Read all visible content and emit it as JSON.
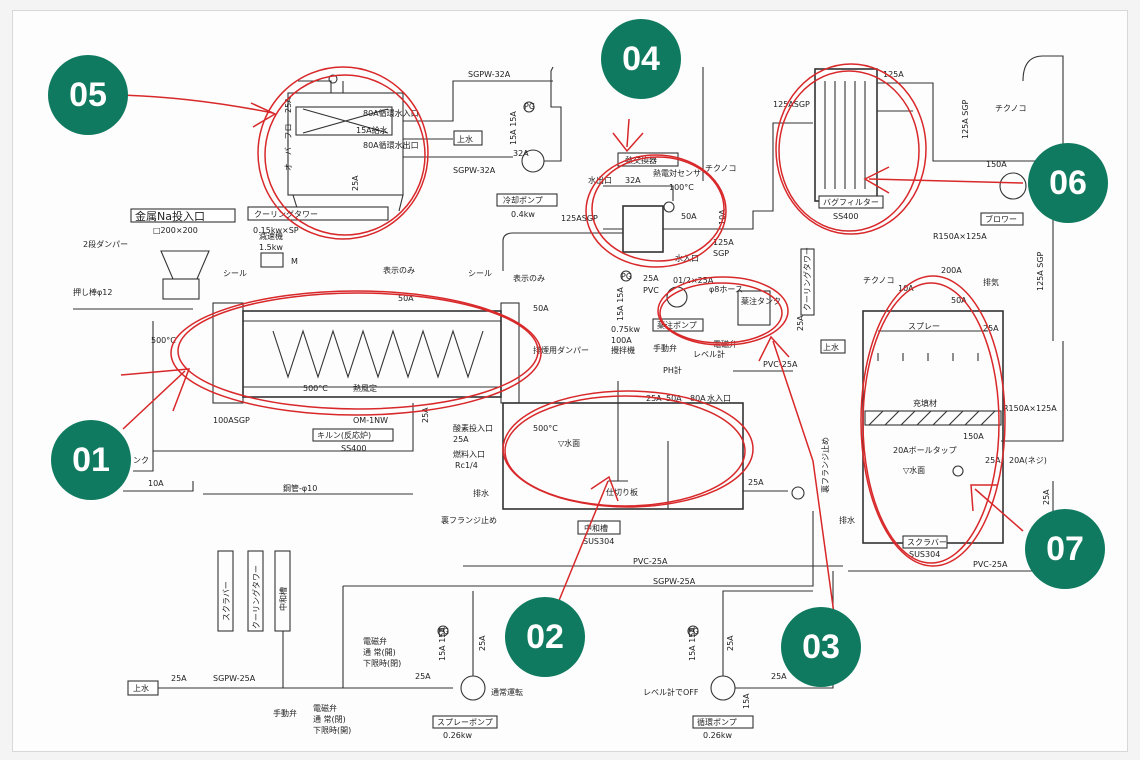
{
  "badges": [
    "05",
    "04",
    "06",
    "01",
    "02",
    "03",
    "07"
  ],
  "labels": {
    "sopw32a_top": "SGPW-32A",
    "cooling_tower": "クーリングタワー",
    "cooling_tower_kw": "0.15kw×SP",
    "cooling_80a_in": "80A循環水入口",
    "cooling_80a_out": "80A循環水出口",
    "cooling_15a": "15A給水",
    "overflow": "オーバーフロー 25A",
    "drain": "25A",
    "tap_water": "上水",
    "sgpw32a_mid": "SGPW-32A",
    "cooling_pump": "冷却ポンプ",
    "cooling_pump_kw": "0.4kw",
    "pump_32a": "32A",
    "pump_15a": "15A 15A",
    "hx_title": "熱交換器",
    "hx_water_out": "水出口",
    "hx_32a": "32A",
    "hx_sensor": "熱電対センサ",
    "hx_temp": "100°C",
    "hx_50a": "50A",
    "hx_water_in": "水入口",
    "hx_125asgp": "125ASGP",
    "hx_125a": "125A",
    "hx_sgp": "SGP",
    "hx_10a": "10A",
    "bag_125a": "125A",
    "bag_125asgp": "125ASGP",
    "bag_filter": "バグフィルター",
    "bag_ss400": "SS400",
    "blower": "ブロワー",
    "blower_150a": "150A",
    "r150": "R150A×125A",
    "s125sgp": "125A SGP",
    "metal_na": "金属Na投入口",
    "metal_size": "□200×200",
    "damper2": "2段ダンパー",
    "push_rod": "押し棒φ12",
    "reducer": "減速機",
    "reducer_kw": "1.5kw",
    "seal_l": "シール",
    "seal_r": "シール",
    "temp_500": "500°C",
    "kiln_500": "500°C",
    "temp_set": "熱風定",
    "kiln_50a": "50A",
    "kiln_50a2": "50A",
    "kiln_100asgp": "100ASGP",
    "kiln_label": "キルン(反応炉)",
    "kiln_ss400": "SS400",
    "om_1nw": "OM-1NW",
    "display_only": "表示のみ",
    "display_only2": "表示のみ",
    "exhaust_damper": "排煙用ダンパー",
    "kiln_25a": "25A",
    "acid_in": "酸素投入口",
    "acid_25a": "25A",
    "fuel_in": "燃料入口",
    "fuel_rc": "Rc1/4",
    "wire10": "鋼管-φ10",
    "ink": "ンク",
    "ink_10a": "10A",
    "neut_500": "500°C",
    "neut_water": "▽水面",
    "neut_partition": "仕切り板",
    "neut_title": "中和槽",
    "neut_sus": "SUS304",
    "neut_drain": "排水",
    "neut_flange": "裏フランジ止め",
    "mixer": "攪拌機",
    "mixer_kw": "0.75kw",
    "mixer_100a": "100A",
    "manual_valve": "手動弁",
    "ph": "PH計",
    "level": "レベル計",
    "solenoid": "電磁弁",
    "n_25a": "25A",
    "n_50a": "50A",
    "n_80a": "80A",
    "n_water": "水入口",
    "pvc": "PVC",
    "pvc25a": "PVC-25A",
    "chem_hose": "01/2×25A",
    "chem_hose2": "φ8ホース",
    "chem_pump": "薬注ポンプ",
    "chem_tank": "薬注タンク",
    "chem_15a": "15A 15A",
    "chem_25a": "25A",
    "cooling_tower_v": "クーリングタワー",
    "tap_water2": "上水",
    "scrub_200a": "200A",
    "scrub_exhaust": "排気",
    "scrub_10a": "10A",
    "scrub_50a": "50A",
    "scrub_25a": "25A",
    "spray": "スプレー",
    "filler": "充填材",
    "scrub_150a": "150A",
    "r150x125": "R150A×125A",
    "scrub_20a": "20Aボールタップ",
    "scrub_water": "▽水面",
    "scrub_25a2": "25A",
    "scrub_20a2": "20A(ネジ)",
    "scrub_25a3": "25A",
    "scrub_flange": "裏フランジ止め",
    "scrub_drain": "排水",
    "scrubber": "スクラバー",
    "scrub_sus": "SUS304",
    "pvc25a_b": "PVC-25A",
    "tick": "チクノコ",
    "tick2": "チクノコ",
    "tick3": "チクノコ",
    "sgpw25a": "SGPW-25A",
    "pvc25a_c": "PVC-25A",
    "tank_scrubber": "スクラバー",
    "tank_cooling": "クーリングタワー",
    "tank_neut": "中和槽",
    "sol_valve": "電磁弁",
    "sol_open": "通 常(開)",
    "sol_close": "下限時(閉)",
    "tap_water3": "上水",
    "t25a": "25A",
    "sgpw25a_b": "SGPW-25A",
    "manual_valve2": "手動弁",
    "sol_valve2": "電磁弁",
    "sol_open2": "通 常(閉)",
    "sol_close2": "下限時(開)",
    "spray_pump": "スプレーポンプ",
    "spray_pump_kw": "0.26kw",
    "sp_25a": "25A",
    "sp_15a": "15A 15A",
    "sp_25a_b": "25A",
    "normal_run": "通常運転",
    "circ_pump": "循環ポンプ",
    "circ_pump_kw": "0.26kw",
    "cp_15a": "15A 15A",
    "cp_25a": "25A",
    "cp_25a_b": "25A",
    "level_off": "レベル計でOFF",
    "cp_15a_b": "15A",
    "pg": "PG",
    "m": "M"
  }
}
